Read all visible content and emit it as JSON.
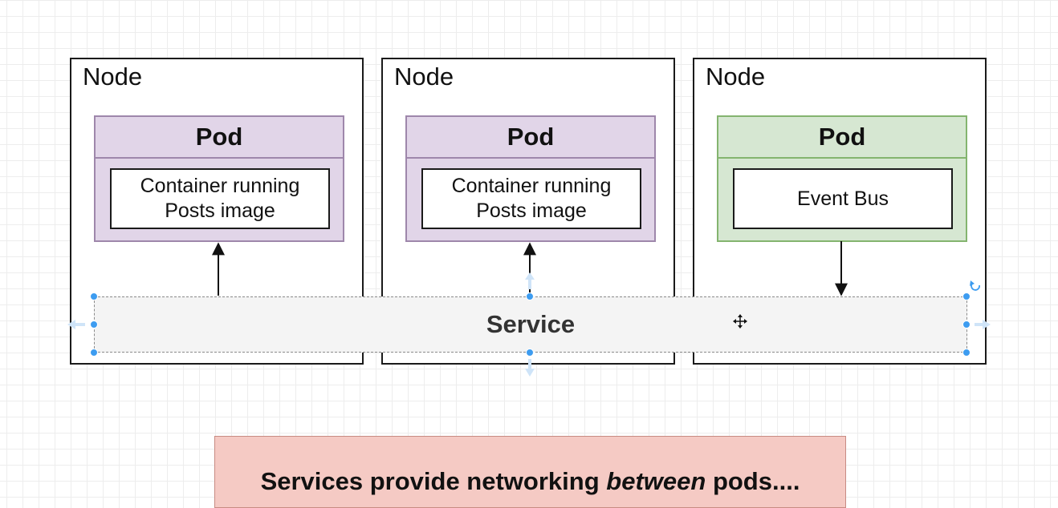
{
  "nodes": [
    {
      "label": "Node",
      "pod": {
        "label": "Pod",
        "container": [
          "Container running",
          "Posts image"
        ]
      }
    },
    {
      "label": "Node",
      "pod": {
        "label": "Pod",
        "container": [
          "Container running",
          "Posts image"
        ]
      }
    },
    {
      "label": "Node",
      "pod": {
        "label": "Pod",
        "container": [
          "Event Bus"
        ]
      }
    }
  ],
  "service": {
    "label": "Service"
  },
  "caption": {
    "before": "Services provide networking",
    "emphasis": "between",
    "after": "pods...."
  },
  "colors": {
    "pod_purple_fill": "#e1d5e8",
    "pod_purple_border": "#9e87ab",
    "pod_green_fill": "#d6e7d2",
    "pod_green_border": "#84b46f",
    "service_fill": "#f4f4f4",
    "caption_fill": "#f5cac4",
    "selection_handle": "#3d9cf0"
  }
}
